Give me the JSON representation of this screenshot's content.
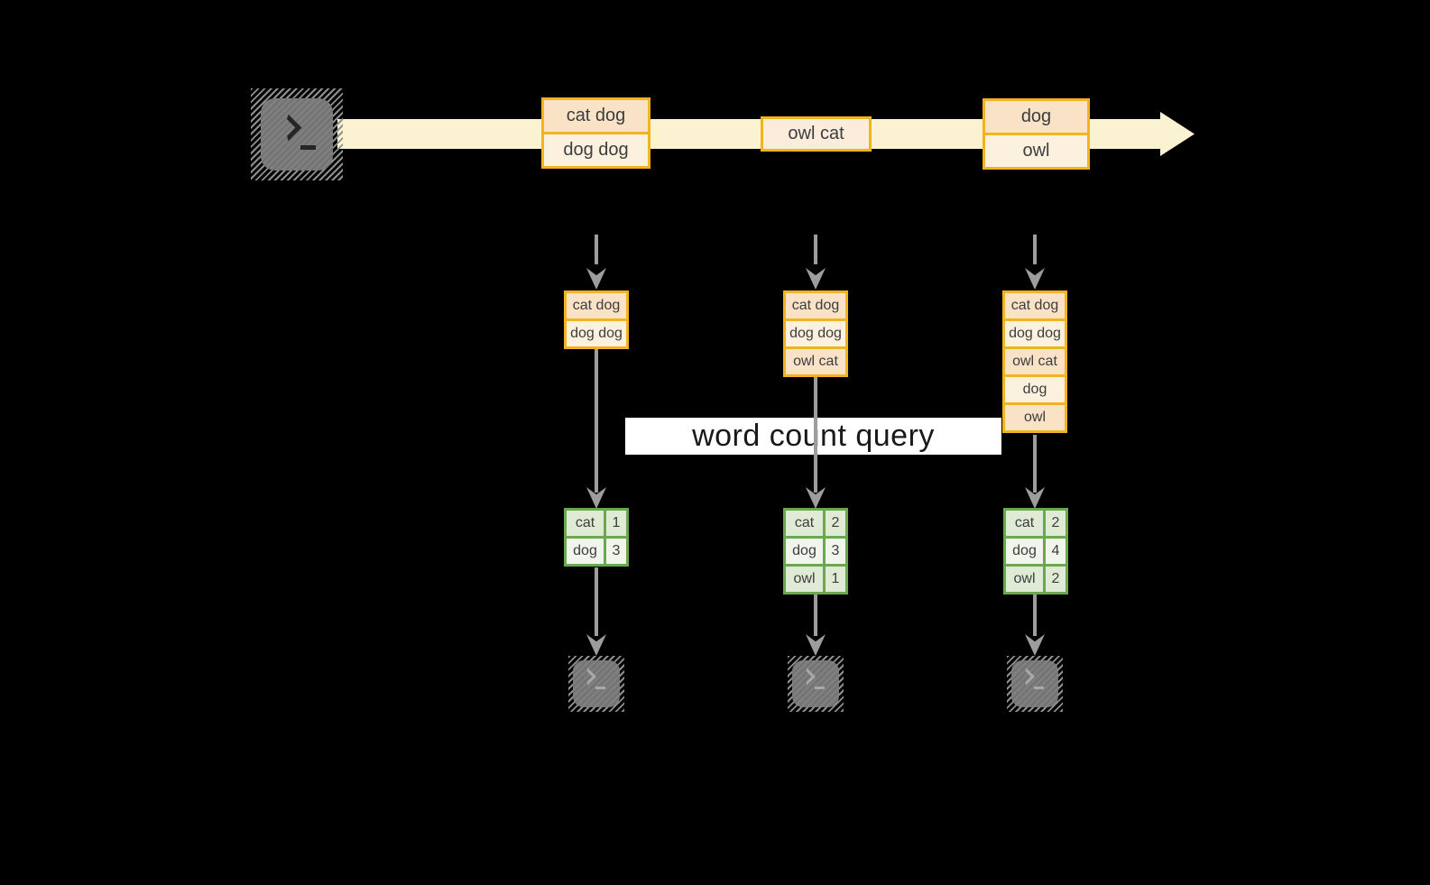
{
  "query": {
    "label": "word count query"
  },
  "stream": {
    "batches": [
      {
        "items": [
          "cat dog",
          "dog dog"
        ]
      },
      {
        "items": [
          "owl cat"
        ]
      },
      {
        "items": [
          "dog",
          "owl"
        ]
      }
    ]
  },
  "columns": [
    {
      "buffer": [
        "cat dog",
        "dog dog"
      ],
      "counts": [
        {
          "word": "cat",
          "count": "1"
        },
        {
          "word": "dog",
          "count": "3"
        }
      ]
    },
    {
      "buffer": [
        "cat dog",
        "dog dog",
        "owl cat"
      ],
      "counts": [
        {
          "word": "cat",
          "count": "2"
        },
        {
          "word": "dog",
          "count": "3"
        },
        {
          "word": "owl",
          "count": "1"
        }
      ]
    },
    {
      "buffer": [
        "cat dog",
        "dog dog",
        "owl cat",
        "dog",
        "owl"
      ],
      "counts": [
        {
          "word": "cat",
          "count": "2"
        },
        {
          "word": "dog",
          "count": "4"
        },
        {
          "word": "owl",
          "count": "2"
        }
      ]
    }
  ],
  "icons": {
    "source": "terminal-icon",
    "sinks": [
      "terminal-icon",
      "terminal-icon",
      "terminal-icon"
    ]
  },
  "colors": {
    "background": "#000000",
    "stream_band": "#faf2d0",
    "box_border": "#f0b41e",
    "box_fill_peach": "#f9e2c6",
    "box_fill_cream": "#fcf0df",
    "box_fill_single": "#fcecdb",
    "table_border": "#6aa84f",
    "table_fill_dark": "#e0ebd6",
    "table_fill_light": "#f1f5ec",
    "arrow_gray": "#9d9d9d",
    "terminal_gray": "#7f7f7f",
    "text_gray": "#3d3d3d"
  }
}
